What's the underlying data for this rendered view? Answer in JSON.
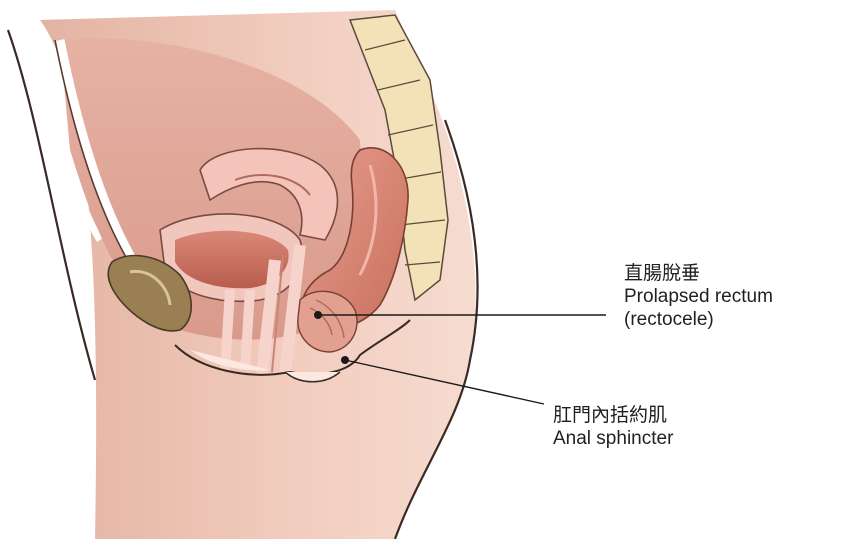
{
  "figure": {
    "labels": [
      {
        "id": "prolapsed-rectum",
        "chinese": "直腸脫垂",
        "english": "Prolapsed rectum",
        "english_note": "(rectocele)"
      },
      {
        "id": "anal-sphincter",
        "chinese": "肛門內括約肌",
        "english": "Anal sphincter"
      }
    ]
  }
}
